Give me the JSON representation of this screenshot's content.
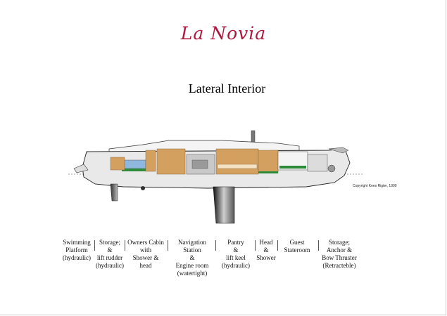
{
  "brand": "La Novia",
  "subtitle": "Lateral Interior",
  "copyright": "Copyright Kees Rigter, 1999",
  "colors": {
    "brand": "#b0173f",
    "wood": "#d4a05f",
    "woodDark": "#8a6a3a",
    "hull": "#e9e9e9"
  },
  "sections": [
    {
      "label": "Swimming\nPlatform\n(hydraulic)"
    },
    {
      "label": "Storage;\n&\nlift rudder\n(hydraulic)"
    },
    {
      "label": "Owners Cabin\nwith\nShower  &\nhead"
    },
    {
      "label": "Navigation\nStation\n&\nEngine room\n(watertight)"
    },
    {
      "label": "Pantry\n&\nlift keel\n(hydraulic)"
    },
    {
      "label": "Head\n&\nShower"
    },
    {
      "label": "Guest\nStateroom"
    },
    {
      "label": "Storage;\nAnchor &\nBow Thruster\n(Retracteble)"
    }
  ]
}
